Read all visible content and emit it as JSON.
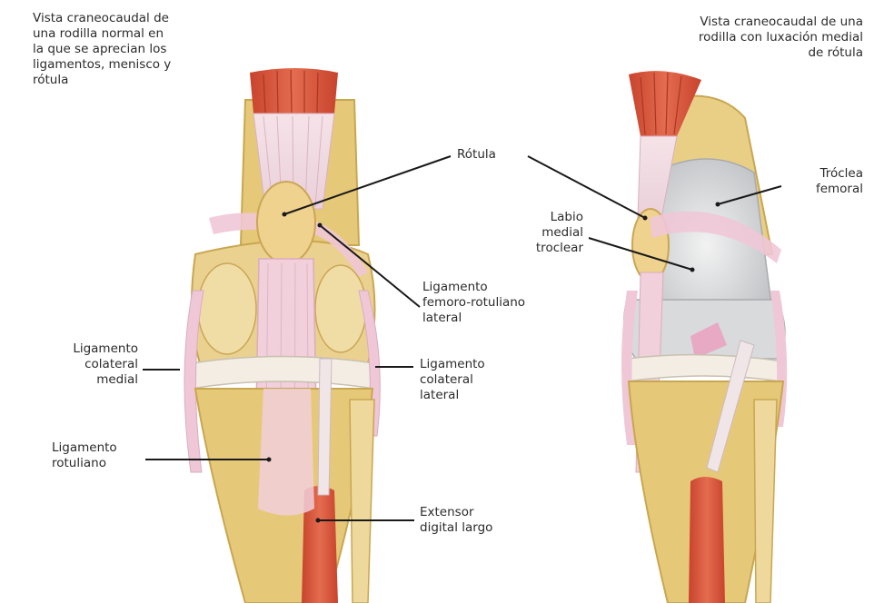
{
  "captions": {
    "left": "Vista craneocaudal de\nuna rodilla normal en\nla que se aprecian los\nligamentos, menisco y\nrótula",
    "right": "Vista craneocaudal de una\nrodilla con luxación medial\nde rótula"
  },
  "labels": {
    "rotula": "Rótula",
    "ligamento_femoro_rotuliano_lateral": "Ligamento\nfemoro-rotuliano\nlateral",
    "ligamento_colateral_medial": "Ligamento\ncolateral\nmedial",
    "ligamento_colateral_lateral": "Ligamento\ncolateral\nlateral",
    "ligamento_rotuliano": "Ligamento\nrotuliano",
    "extensor_digital_largo": "Extensor\ndigital largo",
    "labio_medial_troclear": "Labio\nmedial\ntroclear",
    "troclea_femoral": "Tróclea\nfemoral"
  },
  "colors": {
    "bone": "#e9cf86",
    "bone_dark": "#c9a650",
    "ligament": "#efc7d6",
    "muscle": "#d2553c",
    "cartilage": "#d9dbdd",
    "leader_line": "#1a1a1a"
  }
}
